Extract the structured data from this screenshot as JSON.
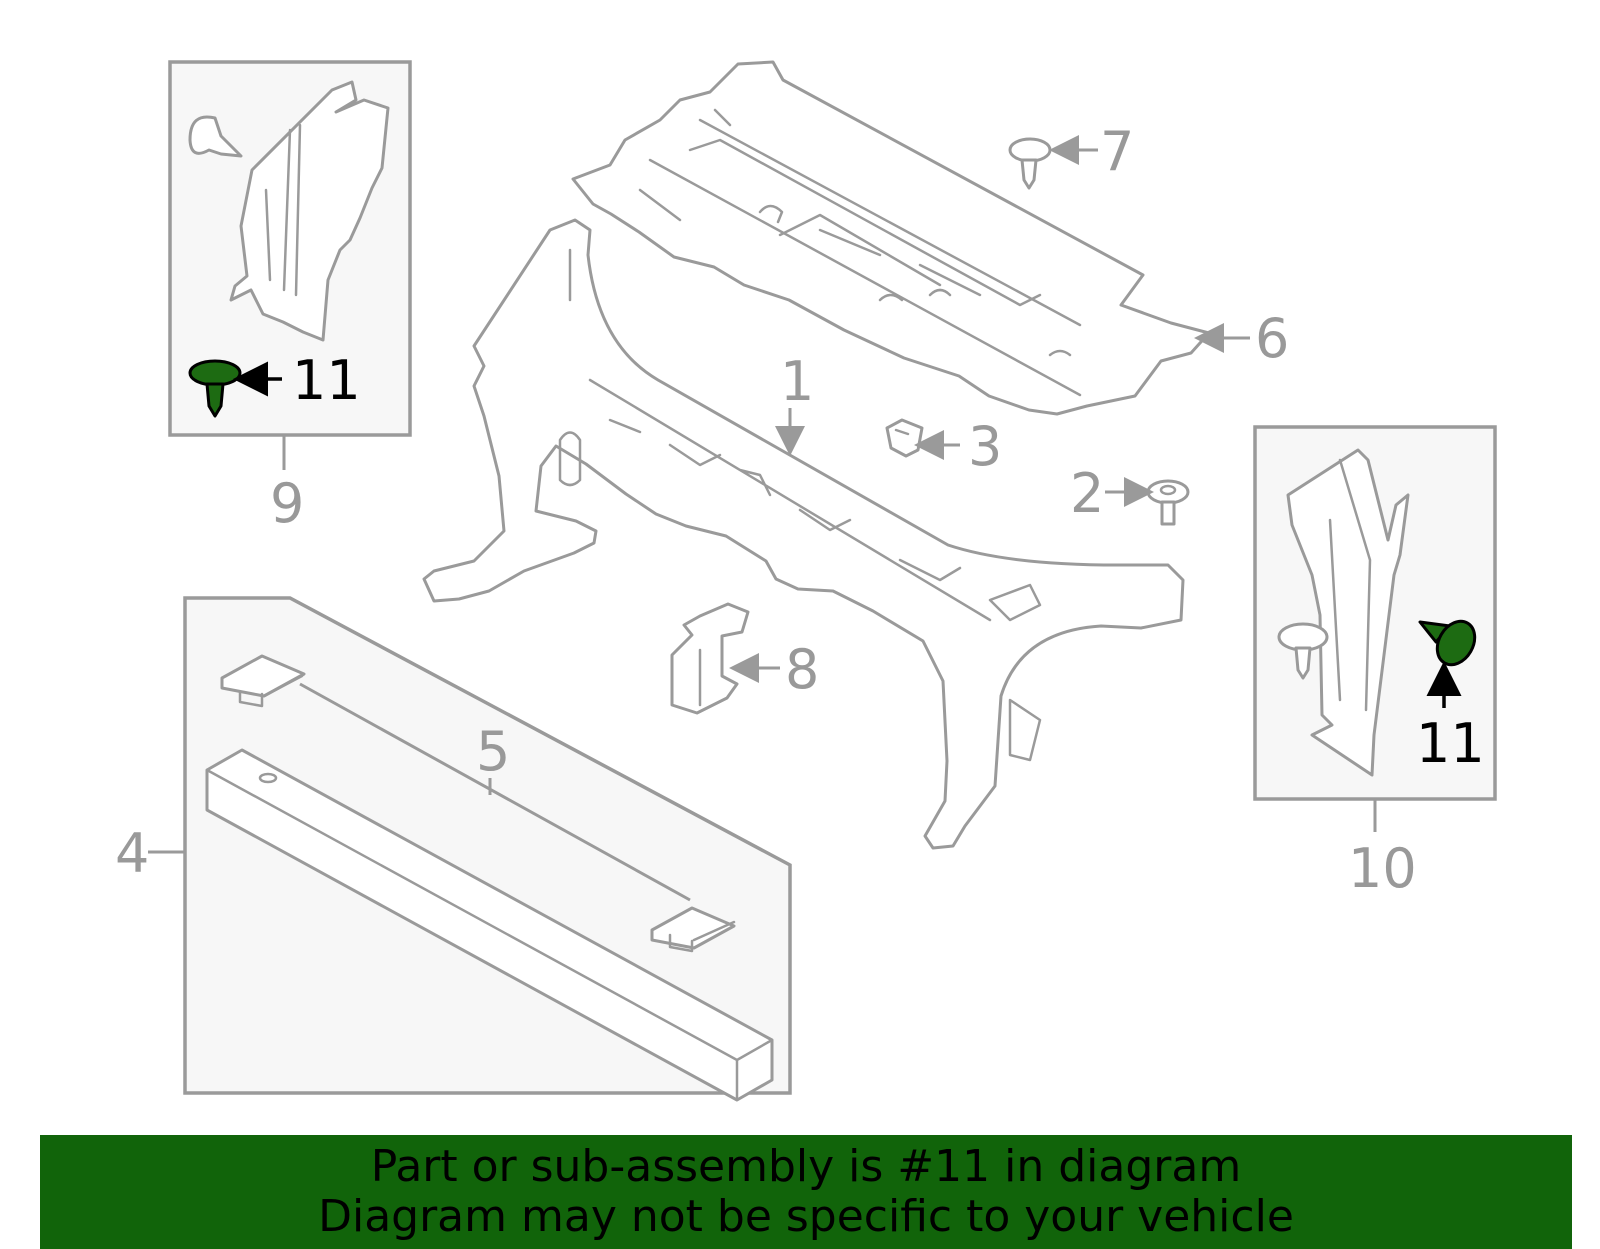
{
  "callouts": {
    "c1": "1",
    "c2": "2",
    "c3": "3",
    "c4": "4",
    "c5": "5",
    "c6": "6",
    "c7": "7",
    "c8": "8",
    "c9": "9",
    "c10": "10",
    "c11_left": "11",
    "c11_right": "11"
  },
  "highlight_part": "11",
  "colors": {
    "highlight_fill": "#1d6b12",
    "banner_bg": "#11640a",
    "line_gray": "#9a9a9a"
  },
  "banner": {
    "line1": "Part or sub-assembly is #11 in diagram",
    "line2": "Diagram may not be specific to your vehicle"
  }
}
